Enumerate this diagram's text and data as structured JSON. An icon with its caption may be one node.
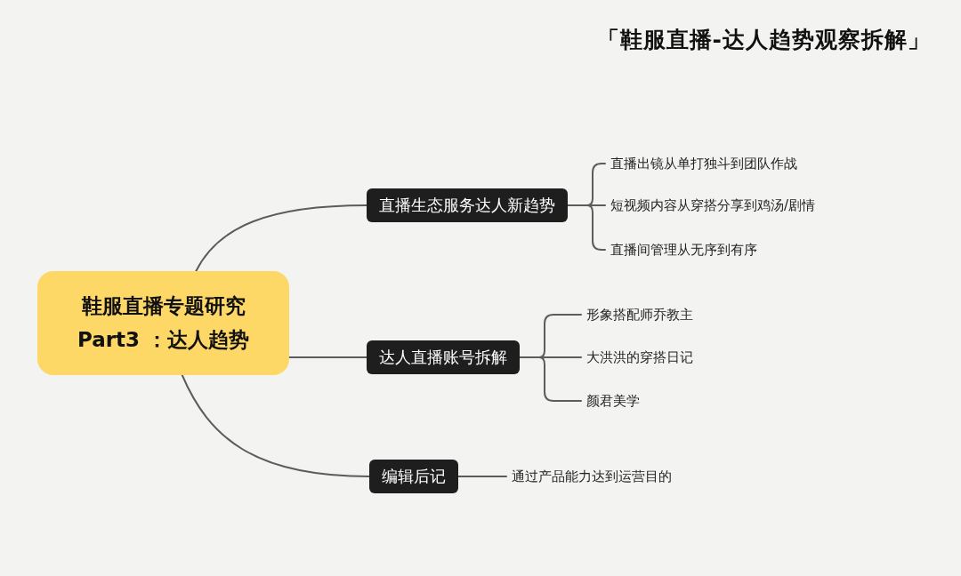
{
  "diagram": {
    "title": "「鞋服直播-达人趋势观察拆解」",
    "nodes": [
      {
        "text": [
          "鞋服直播专题研究 Part3 ：达人趋势"
        ]
      },
      {
        "text": [
          "直播生态服务达人新趋势"
        ]
      },
      {
        "text": [
          "直播出镜从单打独斗到团队作战"
        ]
      },
      {
        "text": [
          "短视频内容从穿搭分享到鸡汤/剧情"
        ]
      },
      {
        "text": [
          "直播间管理从无序到有序"
        ]
      },
      {
        "text": [
          "达人直播账号拆解"
        ]
      },
      {
        "text": [
          "形象搭配师乔教主"
        ]
      },
      {
        "text": [
          "大洪洪的穿搭日记"
        ]
      },
      {
        "text": [
          "颜君美学"
        ]
      },
      {
        "text": [
          "编辑后记"
        ]
      },
      {
        "text": [
          "通过产品能力达到运营目的"
        ]
      }
    ],
    "edges": [
      {
        "from": 0,
        "to": 1,
        "arrow": "none"
      },
      {
        "from": 1,
        "to": 2,
        "arrow": "none"
      },
      {
        "from": 1,
        "to": 3,
        "arrow": "none"
      },
      {
        "from": 1,
        "to": 4,
        "arrow": "none"
      },
      {
        "from": 0,
        "to": 5,
        "arrow": "none"
      },
      {
        "from": 5,
        "to": 6,
        "arrow": "none"
      },
      {
        "from": 5,
        "to": 7,
        "arrow": "none"
      },
      {
        "from": 5,
        "to": 8,
        "arrow": "none"
      },
      {
        "from": 0,
        "to": 9,
        "arrow": "none"
      },
      {
        "from": 9,
        "to": 10,
        "arrow": "none"
      }
    ]
  }
}
